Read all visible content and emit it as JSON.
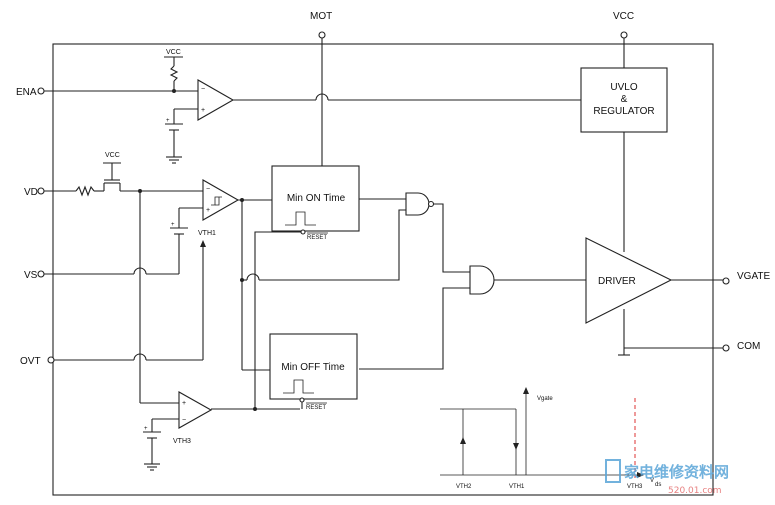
{
  "pins": {
    "mot": "MOT",
    "vcc_top": "VCC",
    "ena": "ENA",
    "vd": "VD",
    "vs": "VS",
    "ovt": "OVT",
    "vgate": "VGATE",
    "com": "COM"
  },
  "blocks": {
    "uvlo_line1": "UVLO",
    "uvlo_line2": "&",
    "uvlo_line3": "REGULATOR",
    "min_on": "Min ON Time",
    "min_off": "Min OFF Time",
    "driver": "DRIVER",
    "reset_on": "RESET",
    "reset_off": "RESET"
  },
  "labels": {
    "vcc_ena": "VCC",
    "vcc_vd": "VCC",
    "vth1": "VTH1",
    "vth3": "VTH3"
  },
  "graph": {
    "y_axis": "Vgate",
    "x_axis": "V",
    "x_axis_sub": "ds",
    "vth2": "VTH2",
    "vth1": "VTH1",
    "vth3": "VTH3"
  },
  "watermark": {
    "text": "家电维修资料网",
    "url": "520.01.com"
  }
}
